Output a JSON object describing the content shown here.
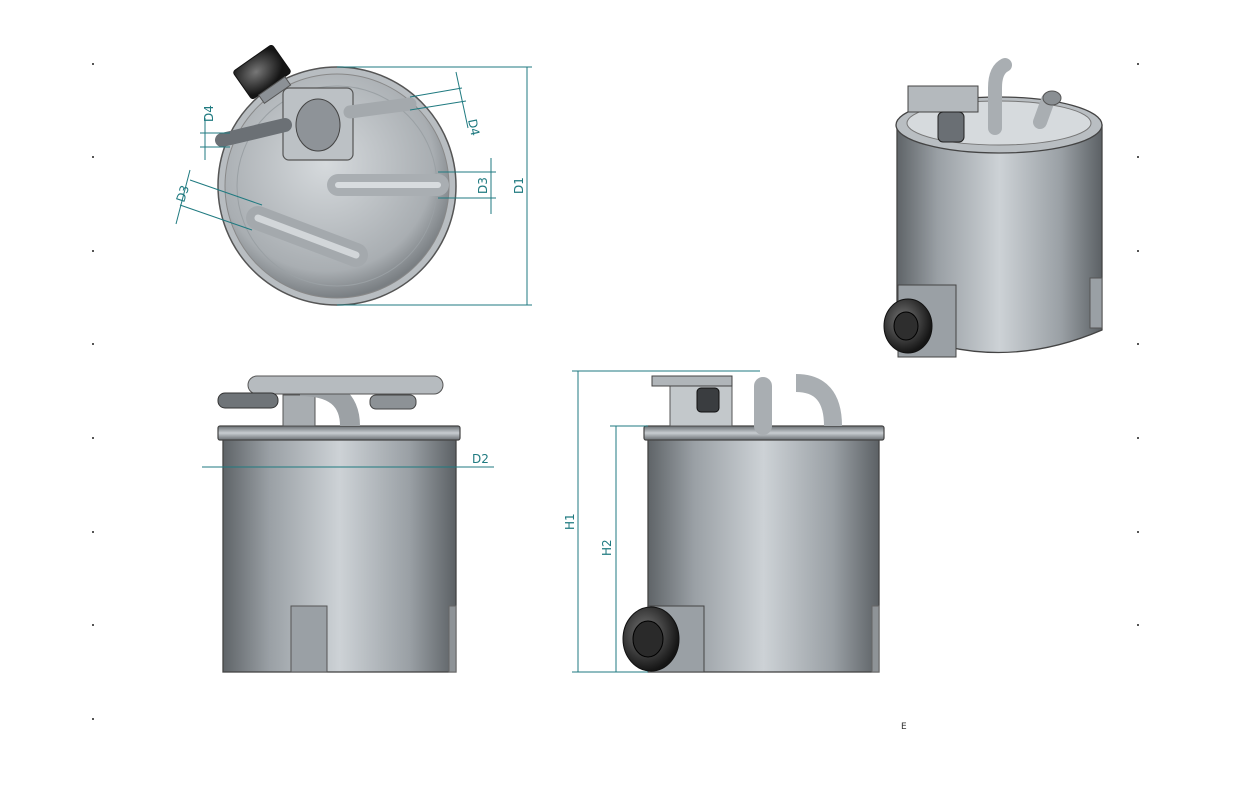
{
  "dimensions": {
    "d1": "D1",
    "d2": "D2",
    "d3_top": "D3",
    "d3_left": "D3",
    "d4_left": "D4",
    "d4_right": "D4",
    "h1": "H1",
    "h2": "H2"
  },
  "corner_mark": "E",
  "colors": {
    "dimension": "#1f7a80",
    "body_light": "#c9ced2",
    "body_dark": "#6f757a",
    "connector": "#2b2b2b"
  }
}
